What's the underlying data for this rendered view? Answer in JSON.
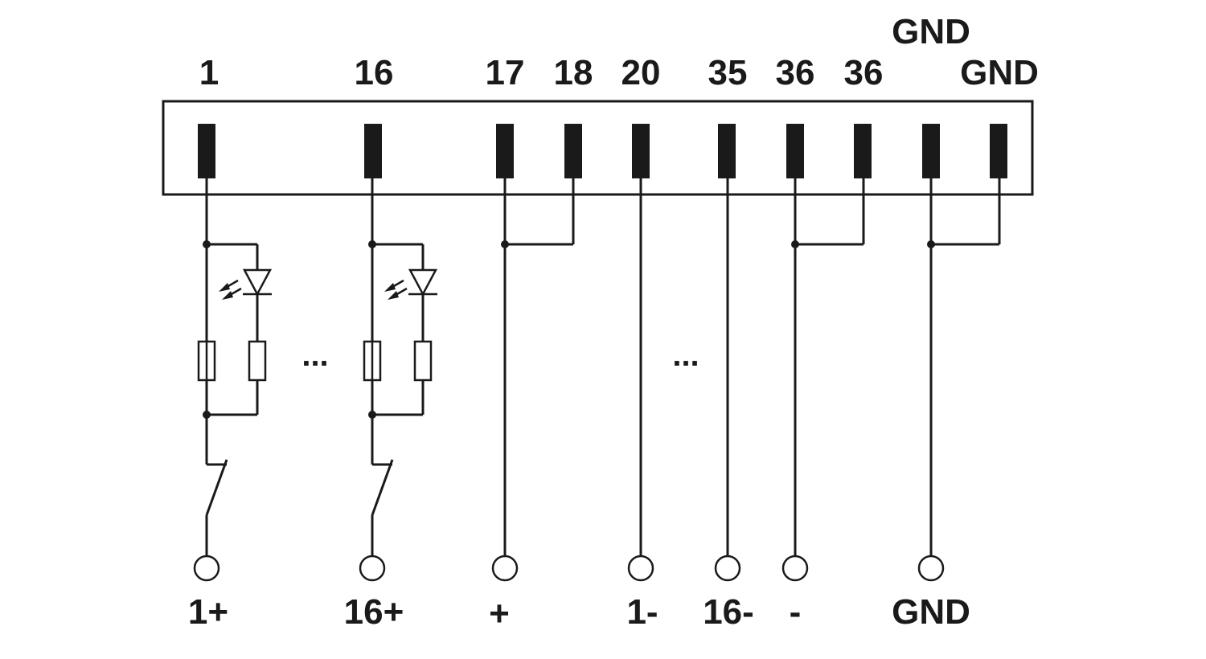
{
  "pin_labels": [
    "1",
    "16",
    "17",
    "18",
    "20",
    "35",
    "36",
    "36",
    "GND",
    "GND"
  ],
  "terminal_labels": [
    "1+",
    "16+",
    "+",
    "1-",
    "16-",
    "-",
    "GND"
  ],
  "ellipsis": [
    "...",
    "..."
  ],
  "colors": {
    "line": "#1a1a1a",
    "background": "#ffffff"
  }
}
